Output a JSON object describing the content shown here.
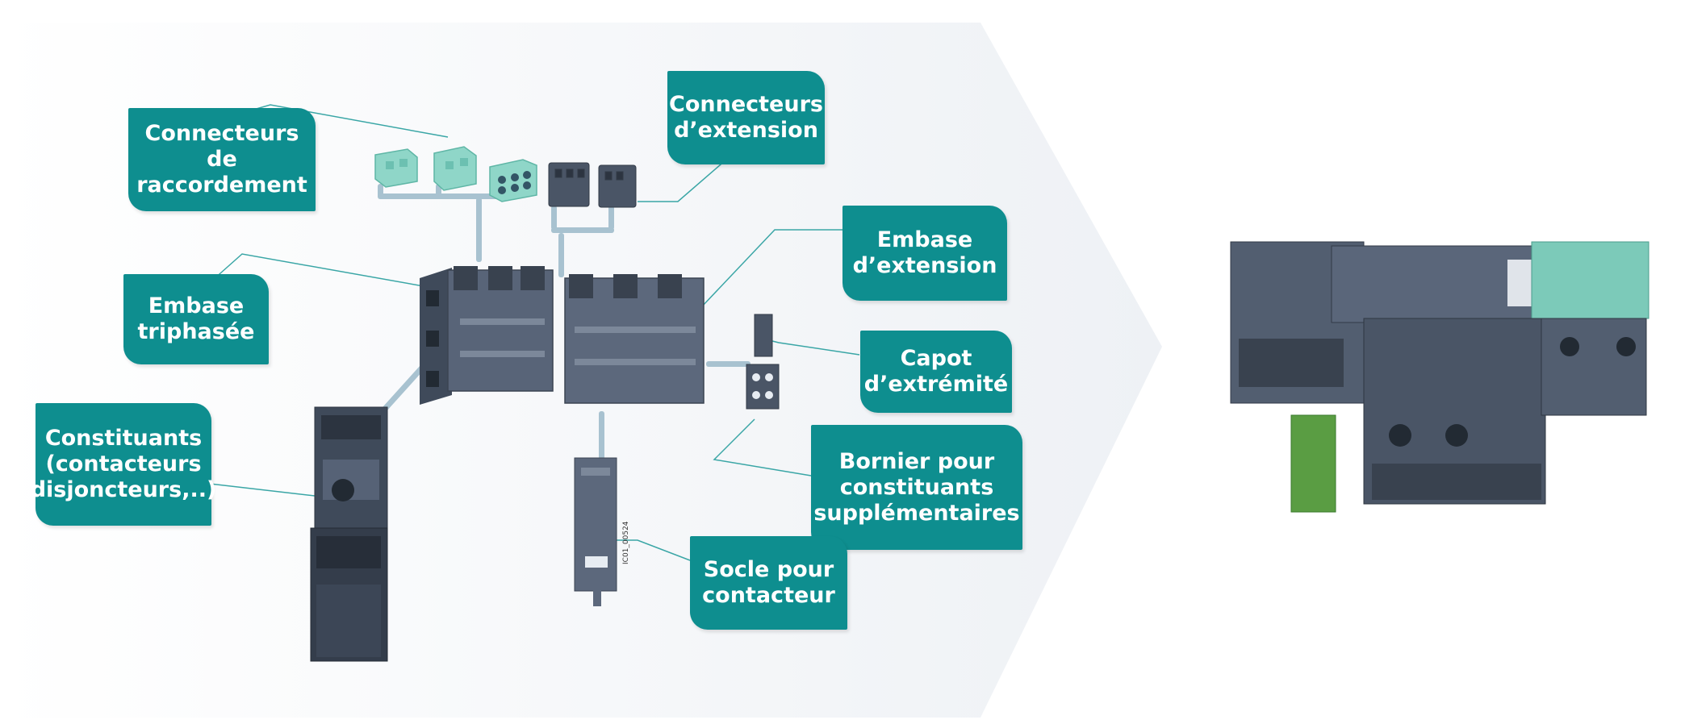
{
  "labels": {
    "connecteurs_raccordement": "Connecteurs de\nraccordement",
    "connecteurs_extension": "Connecteurs\nd’extension",
    "embase_triphasee": "Embase\ntriphasée",
    "embase_extension": "Embase\nd’extension",
    "capot_extremite": "Capot\nd’extrémité",
    "constituants": "Constituants\n(contacteurs\ndisjoncteurs,..)",
    "bornier": "Bornier pour\nconstituants\nsupplémentaires",
    "socle": "Socle pour\ncontacteur"
  },
  "drawing_code": "IC01_00524",
  "colors": {
    "label_bg": "#0e8e8f",
    "label_text": "#ffffff",
    "leader_line": "#3aa6a6",
    "module_dark": "#4a5566",
    "connector_mint": "#8fd6c8",
    "rail": "#a8c2d0"
  }
}
